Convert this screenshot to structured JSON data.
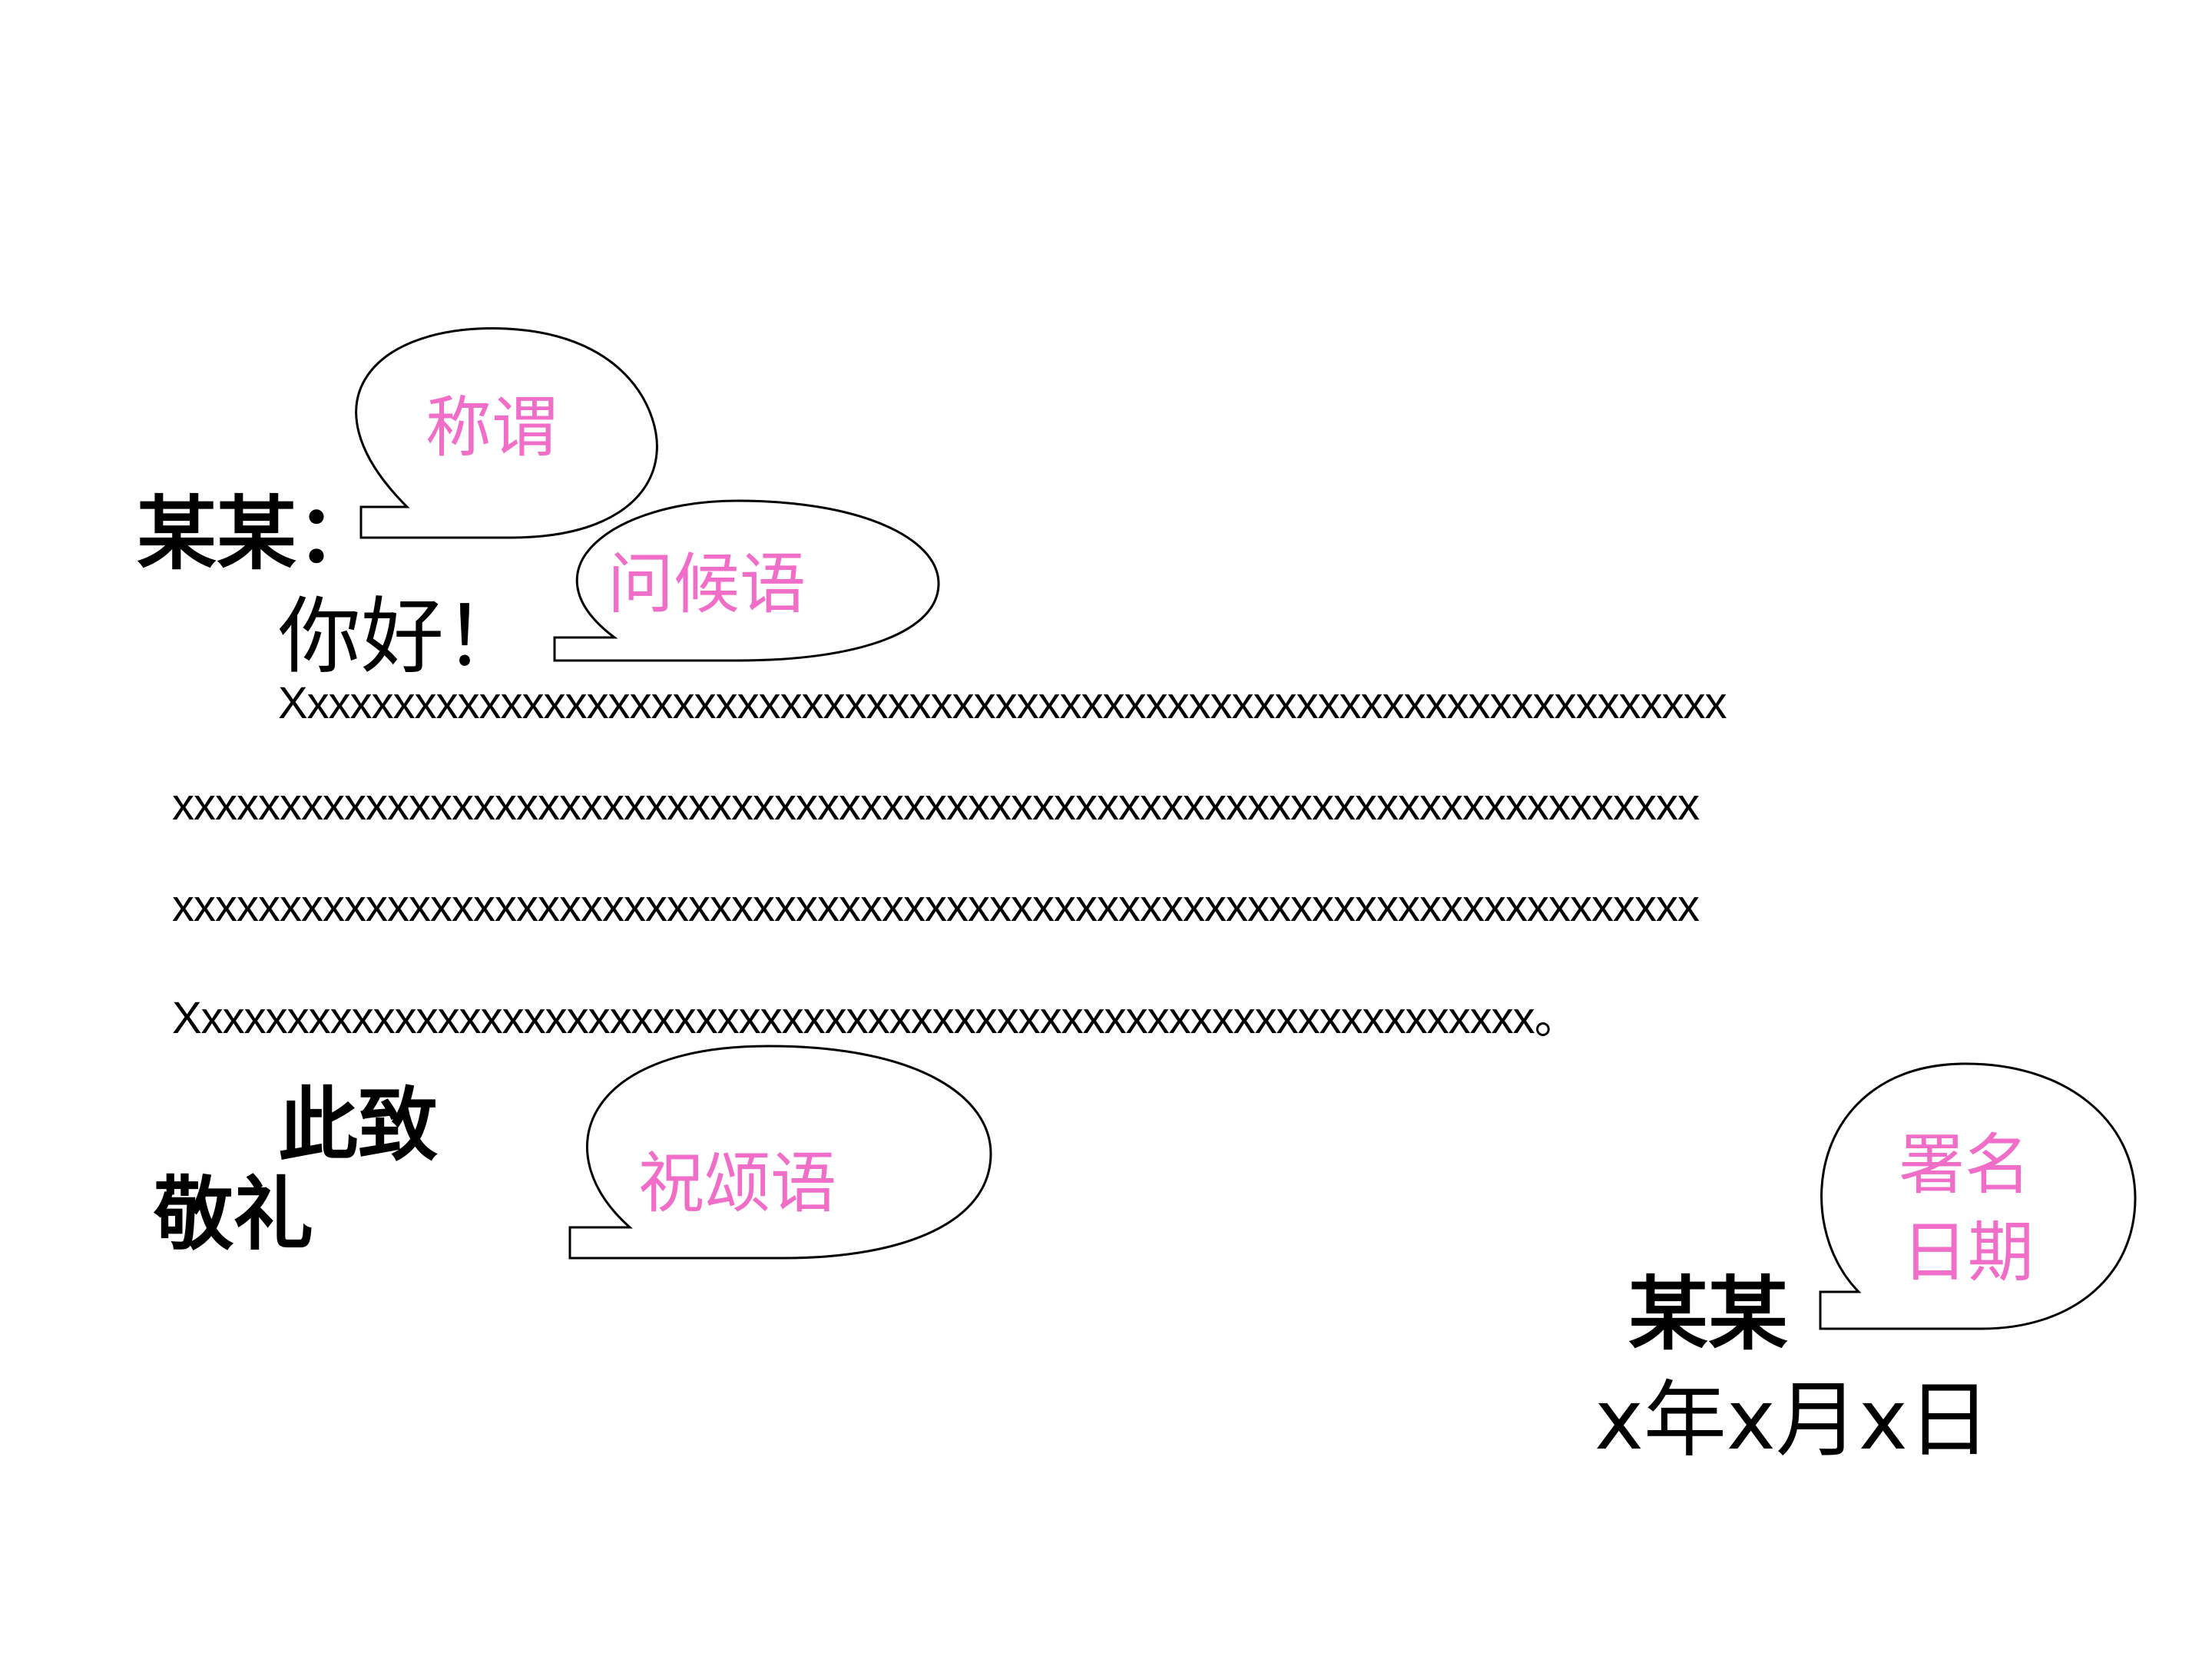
{
  "letter": {
    "salutation": "某某：",
    "greeting": "你好！",
    "body_lines": [
      "Xxxxxxxxxxxxxxxxxxxxxxxxxxxxxxxxxxxxxxxxxxxxxxxxxxxxxxxxxxxxxxxxxxx",
      "xxxxxxxxxxxxxxxxxxxxxxxxxxxxxxxxxxxxxxxxxxxxxxxxxxxxxxxxxxxxxxxxxxxxxxx",
      "xxxxxxxxxxxxxxxxxxxxxxxxxxxxxxxxxxxxxxxxxxxxxxxxxxxxxxxxxxxxxxxxxxxxxxx",
      "Xxxxxxxxxxxxxxxxxxxxxxxxxxxxxxxxxxxxxxxxxxxxxxxxxxxxxxxxxxxxxxx。"
    ],
    "closing_line1": "此致",
    "closing_line2": "敬礼",
    "signature": "某某",
    "date": "x年x月x日"
  },
  "callouts": {
    "title_label": "称谓",
    "greeting_label": "问候语",
    "closing_label": "祝颂语",
    "signature_label_line1": "署名",
    "signature_label_line2": "日期"
  },
  "colors": {
    "callout_text": "#f06ec8",
    "text": "#000000",
    "outline": "#000000"
  }
}
